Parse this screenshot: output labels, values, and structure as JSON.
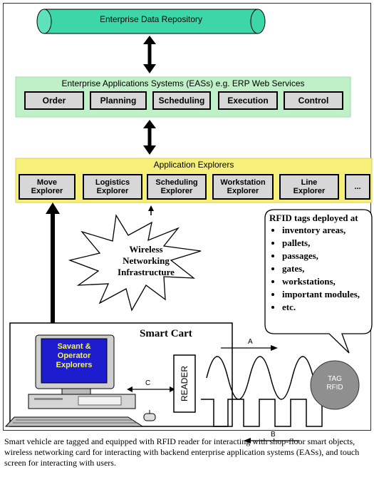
{
  "repository": {
    "label": "Enterprise Data Repository"
  },
  "eas": {
    "title": "Enterprise Applications Systems (EASs) e.g. ERP Web Services",
    "modules": [
      "Order",
      "Planning",
      "Scheduling",
      "Execution",
      "Control"
    ]
  },
  "explorers": {
    "title": "Application Explorers",
    "items": [
      "Move\nExplorer",
      "Logistics\nExplorer",
      "Scheduling\nExplorer",
      "Workstation\nExplorer",
      "Line\nExplorer",
      "..."
    ]
  },
  "wireless": {
    "label": "Wireless\nNetworking\nInfrastructure"
  },
  "rfid_callout": {
    "title": "RFID tags deployed at",
    "items": [
      "inventory areas,",
      "pallets,",
      "passages,",
      "gates,",
      "workstations,",
      "important modules,",
      "etc."
    ]
  },
  "smart_cart": {
    "title": "Smart Cart",
    "screen_text": "Savant &\nOperator\nExplorers",
    "reader_label": "READER",
    "link_label": "C"
  },
  "signals": {
    "forward": "A",
    "backward": "B"
  },
  "tag": {
    "label": "TAG\nRFID"
  },
  "caption": "Smart vehicle are tagged and equipped with RFID reader for interacting with shop-floor smart objects, wireless networking card for interacting with backend enterprise application systems (EASs), and touch screen for interacting with users.",
  "colors": {
    "repository": "#3dd6a8",
    "eas_band": "#bff0c8",
    "explorer_band": "#f6f07a",
    "screen": "#1d1dcf",
    "tag": "#8f8f8f"
  }
}
